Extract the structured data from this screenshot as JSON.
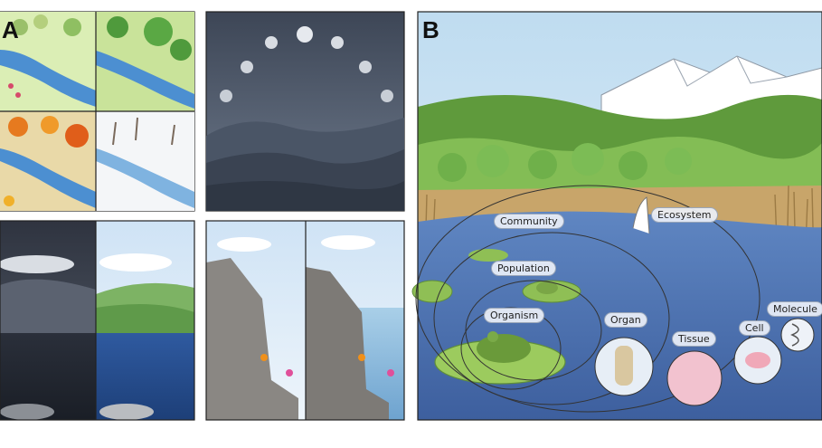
{
  "panels": {
    "a_letter": "A",
    "b_letter": "B"
  },
  "levels": {
    "ecosystem": "Ecosystem",
    "community": "Community",
    "population": "Population",
    "organism": "Organism",
    "organ": "Organ",
    "tissue": "Tissue",
    "cell": "Cell",
    "molecule": "Molecule"
  }
}
